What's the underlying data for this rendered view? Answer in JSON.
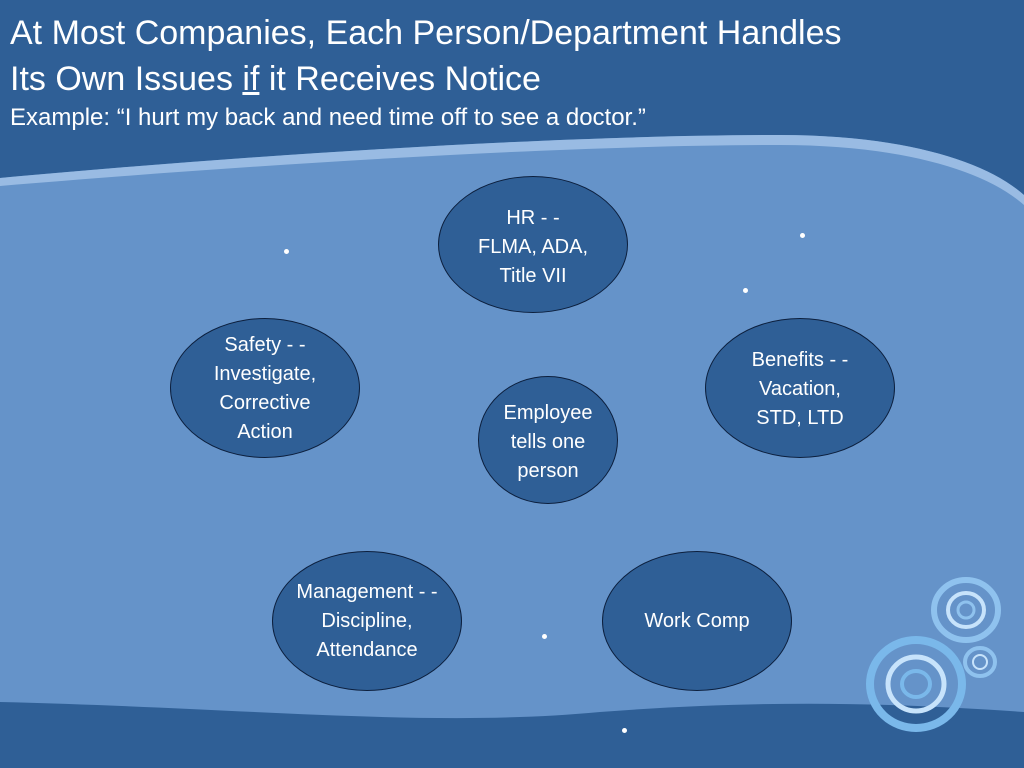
{
  "slide": {
    "title_part1": "At Most Companies, Each Person/Department Handles",
    "title_part2_pre": "Its Own Issues ",
    "title_part2_underlined": "if",
    "title_part2_post": " it Receives Notice",
    "subtitle": "Example:  “I hurt my back and need time off to see a doctor.”"
  },
  "diagram": {
    "nodes": [
      {
        "id": "hr",
        "lines": [
          "HR - -",
          "FLMA, ADA,",
          "Title VII"
        ]
      },
      {
        "id": "benefits",
        "lines": [
          "Benefits - -",
          "Vacation,",
          "STD, LTD"
        ]
      },
      {
        "id": "safety",
        "lines": [
          "Safety - -",
          "Investigate,",
          "Corrective",
          "Action"
        ]
      },
      {
        "id": "employee",
        "lines": [
          "Employee",
          "tells one",
          "person"
        ]
      },
      {
        "id": "management",
        "lines": [
          "Management - -",
          "Discipline,",
          "Attendance"
        ]
      },
      {
        "id": "workcomp",
        "lines": [
          "Work Comp"
        ]
      }
    ]
  },
  "colors": {
    "background_dark": "#2f5f96",
    "background_light": "#6593c9",
    "node_fill": "#2f5f96",
    "text": "#ffffff"
  }
}
